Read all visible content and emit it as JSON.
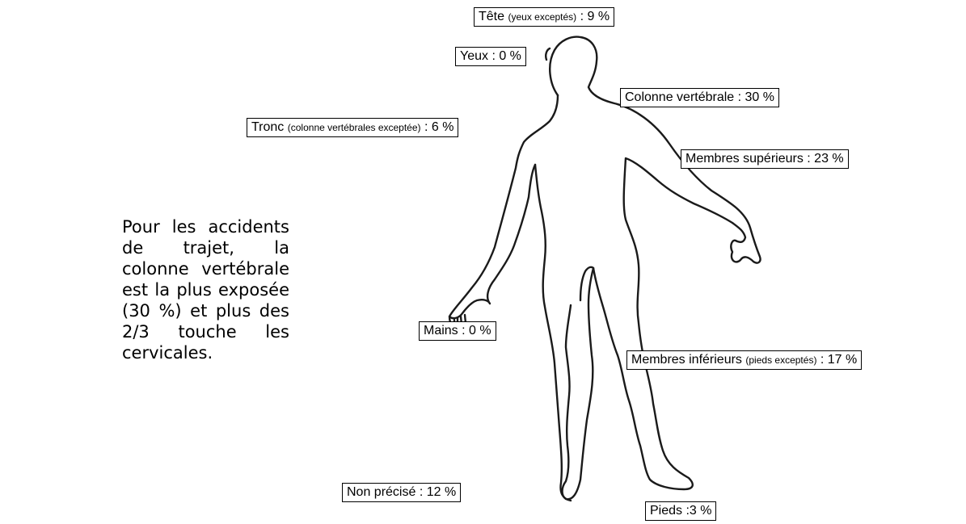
{
  "description": "Pour les accidents de trajet, la colonne vertébrale est la plus exposée (30 %) et plus des 2/3 touche les cervicales.",
  "labels": {
    "tete": {
      "main": "Tête",
      "note": "(yeux exceptés)",
      "value": ": 9 %"
    },
    "yeux": {
      "main": "Yeux : 0 %"
    },
    "colonne": {
      "main": "Colonne vertébrale : 30 %"
    },
    "tronc": {
      "main": "Tronc",
      "note": "(colonne vertébrales exceptée)",
      "value": ": 6 %"
    },
    "membres_superieurs": {
      "main": "Membres supérieurs : 23 %"
    },
    "mains": {
      "main": "Mains : 0 %"
    },
    "membres_inferieurs": {
      "main": "Membres inférieurs",
      "note": "(pieds exceptés)",
      "value": ": 17 %"
    },
    "non_precise": {
      "main": "Non précisé : 12 %"
    },
    "pieds": {
      "main": "Pieds :3 %"
    }
  }
}
